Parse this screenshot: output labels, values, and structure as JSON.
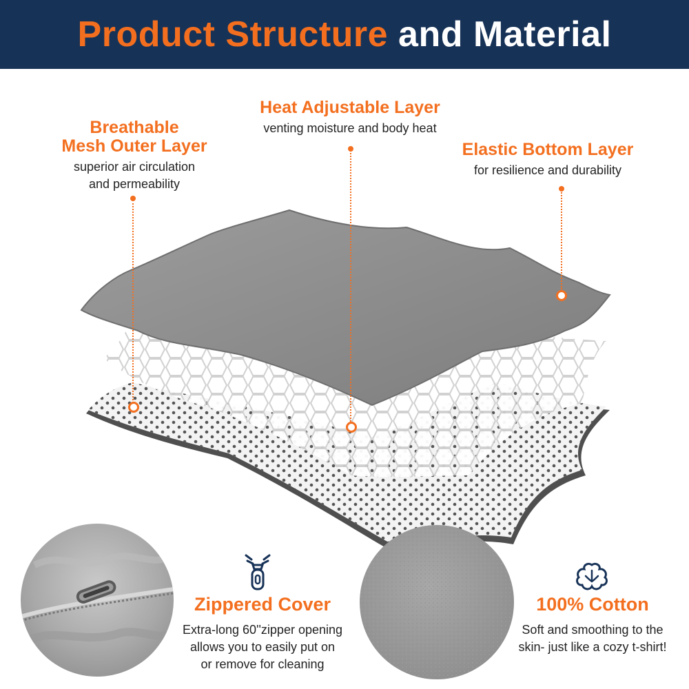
{
  "header": {
    "title_accent": "Product Structure",
    "title_rest": "and Material"
  },
  "layers": {
    "mesh": {
      "title_line1": "Breathable",
      "title_line2": "Mesh Outer Layer",
      "desc_line1": "superior air circulation",
      "desc_line2": "and permeability"
    },
    "heat": {
      "title": "Heat Adjustable Layer",
      "desc": "venting moisture and body heat"
    },
    "elastic": {
      "title": "Elastic Bottom Layer",
      "desc": "for resilience and durability"
    }
  },
  "features": {
    "zipper": {
      "icon": "zipper-icon",
      "title": "Zippered Cover",
      "desc_line1": "Extra-long 60''zipper opening",
      "desc_line2": "allows you to easily put on",
      "desc_line3": "or remove for cleaning"
    },
    "cotton": {
      "icon": "cotton-icon",
      "title": "100% Cotton",
      "desc_line1": "Soft and smoothing to  the",
      "desc_line2": "skin- just like a cozy t-shirt!"
    }
  },
  "colors": {
    "header_bg": "#173257",
    "accent": "#f36f1f",
    "fabric_gray": "#8a8a8a"
  }
}
